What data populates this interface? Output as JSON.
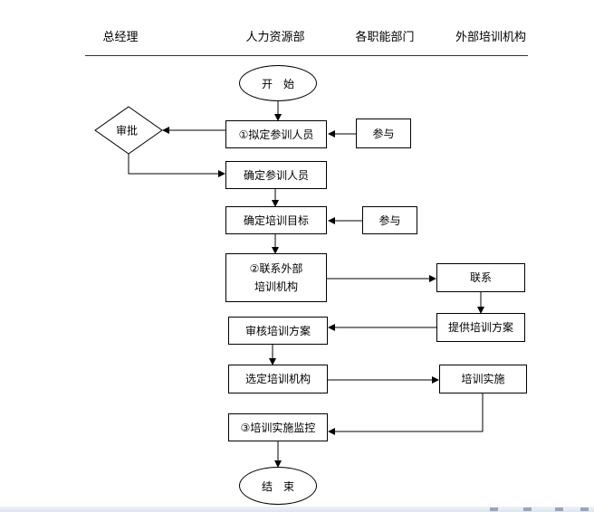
{
  "columns": [
    "总经理",
    "人力资源部",
    "各职能部门",
    "外部培训机构"
  ],
  "nodes": {
    "start": "开　始",
    "approve": "审批",
    "draft_trainees": "①拟定参训人员",
    "participate_1": "参与",
    "confirm_trainees": "确定参训人员",
    "confirm_goals": "确定培训目标",
    "participate_2": "参与",
    "contact_line1": "②联系外部",
    "contact_line2": "培训机构",
    "liaise": "联系",
    "provide_plan": "提供培训方案",
    "review_plan": "审核培训方案",
    "select_agency": "选定培训机构",
    "implement": "培训实施",
    "monitor": "③培训实施监控",
    "end": "结　束"
  }
}
